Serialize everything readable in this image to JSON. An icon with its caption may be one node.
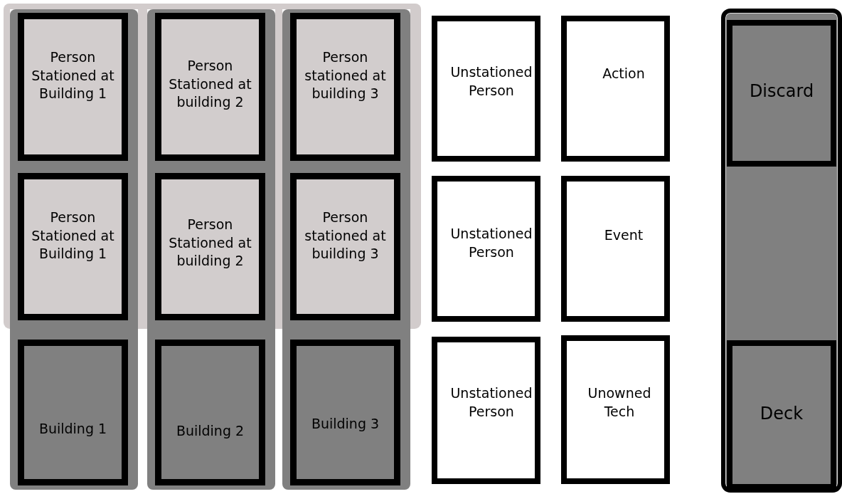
{
  "diagram": {
    "nodes": [
      {
        "text": [],
        "shape": "box"
      },
      {
        "text": [],
        "shape": "box"
      },
      {
        "text": [
          "Person Stationed at Building 1"
        ]
      },
      {
        "text": [
          "Person Stationed at Building 1"
        ]
      },
      {
        "text": [
          "Building 1"
        ],
        "in": 1
      },
      {
        "text": [],
        "shape": "box"
      },
      {
        "text": [
          "Person Stationed at building 2"
        ]
      },
      {
        "text": [
          "Person Stationed at building 2"
        ]
      },
      {
        "text": [
          "Building 2"
        ],
        "in": 5
      },
      {
        "text": [],
        "shape": "box"
      },
      {
        "text": [
          "Person stationed at building 3"
        ]
      },
      {
        "text": [
          "Person stationed at building 3"
        ]
      },
      {
        "text": [
          "Building 3"
        ],
        "in": 9
      },
      {
        "text": [
          "Unstationed Person"
        ]
      },
      {
        "text": [
          "Action"
        ]
      },
      {
        "text": [
          "Unstationed Person"
        ]
      },
      {
        "text": [
          "Event"
        ]
      },
      {
        "text": [
          "Unstationed Person"
        ]
      },
      {
        "text": [
          "Unowned Tech"
        ]
      },
      {
        "text": [],
        "shape": "box"
      },
      {
        "text": [
          "Discard"
        ],
        "in": 19
      },
      {
        "text": [
          "Deck"
        ],
        "in": 19
      }
    ]
  }
}
